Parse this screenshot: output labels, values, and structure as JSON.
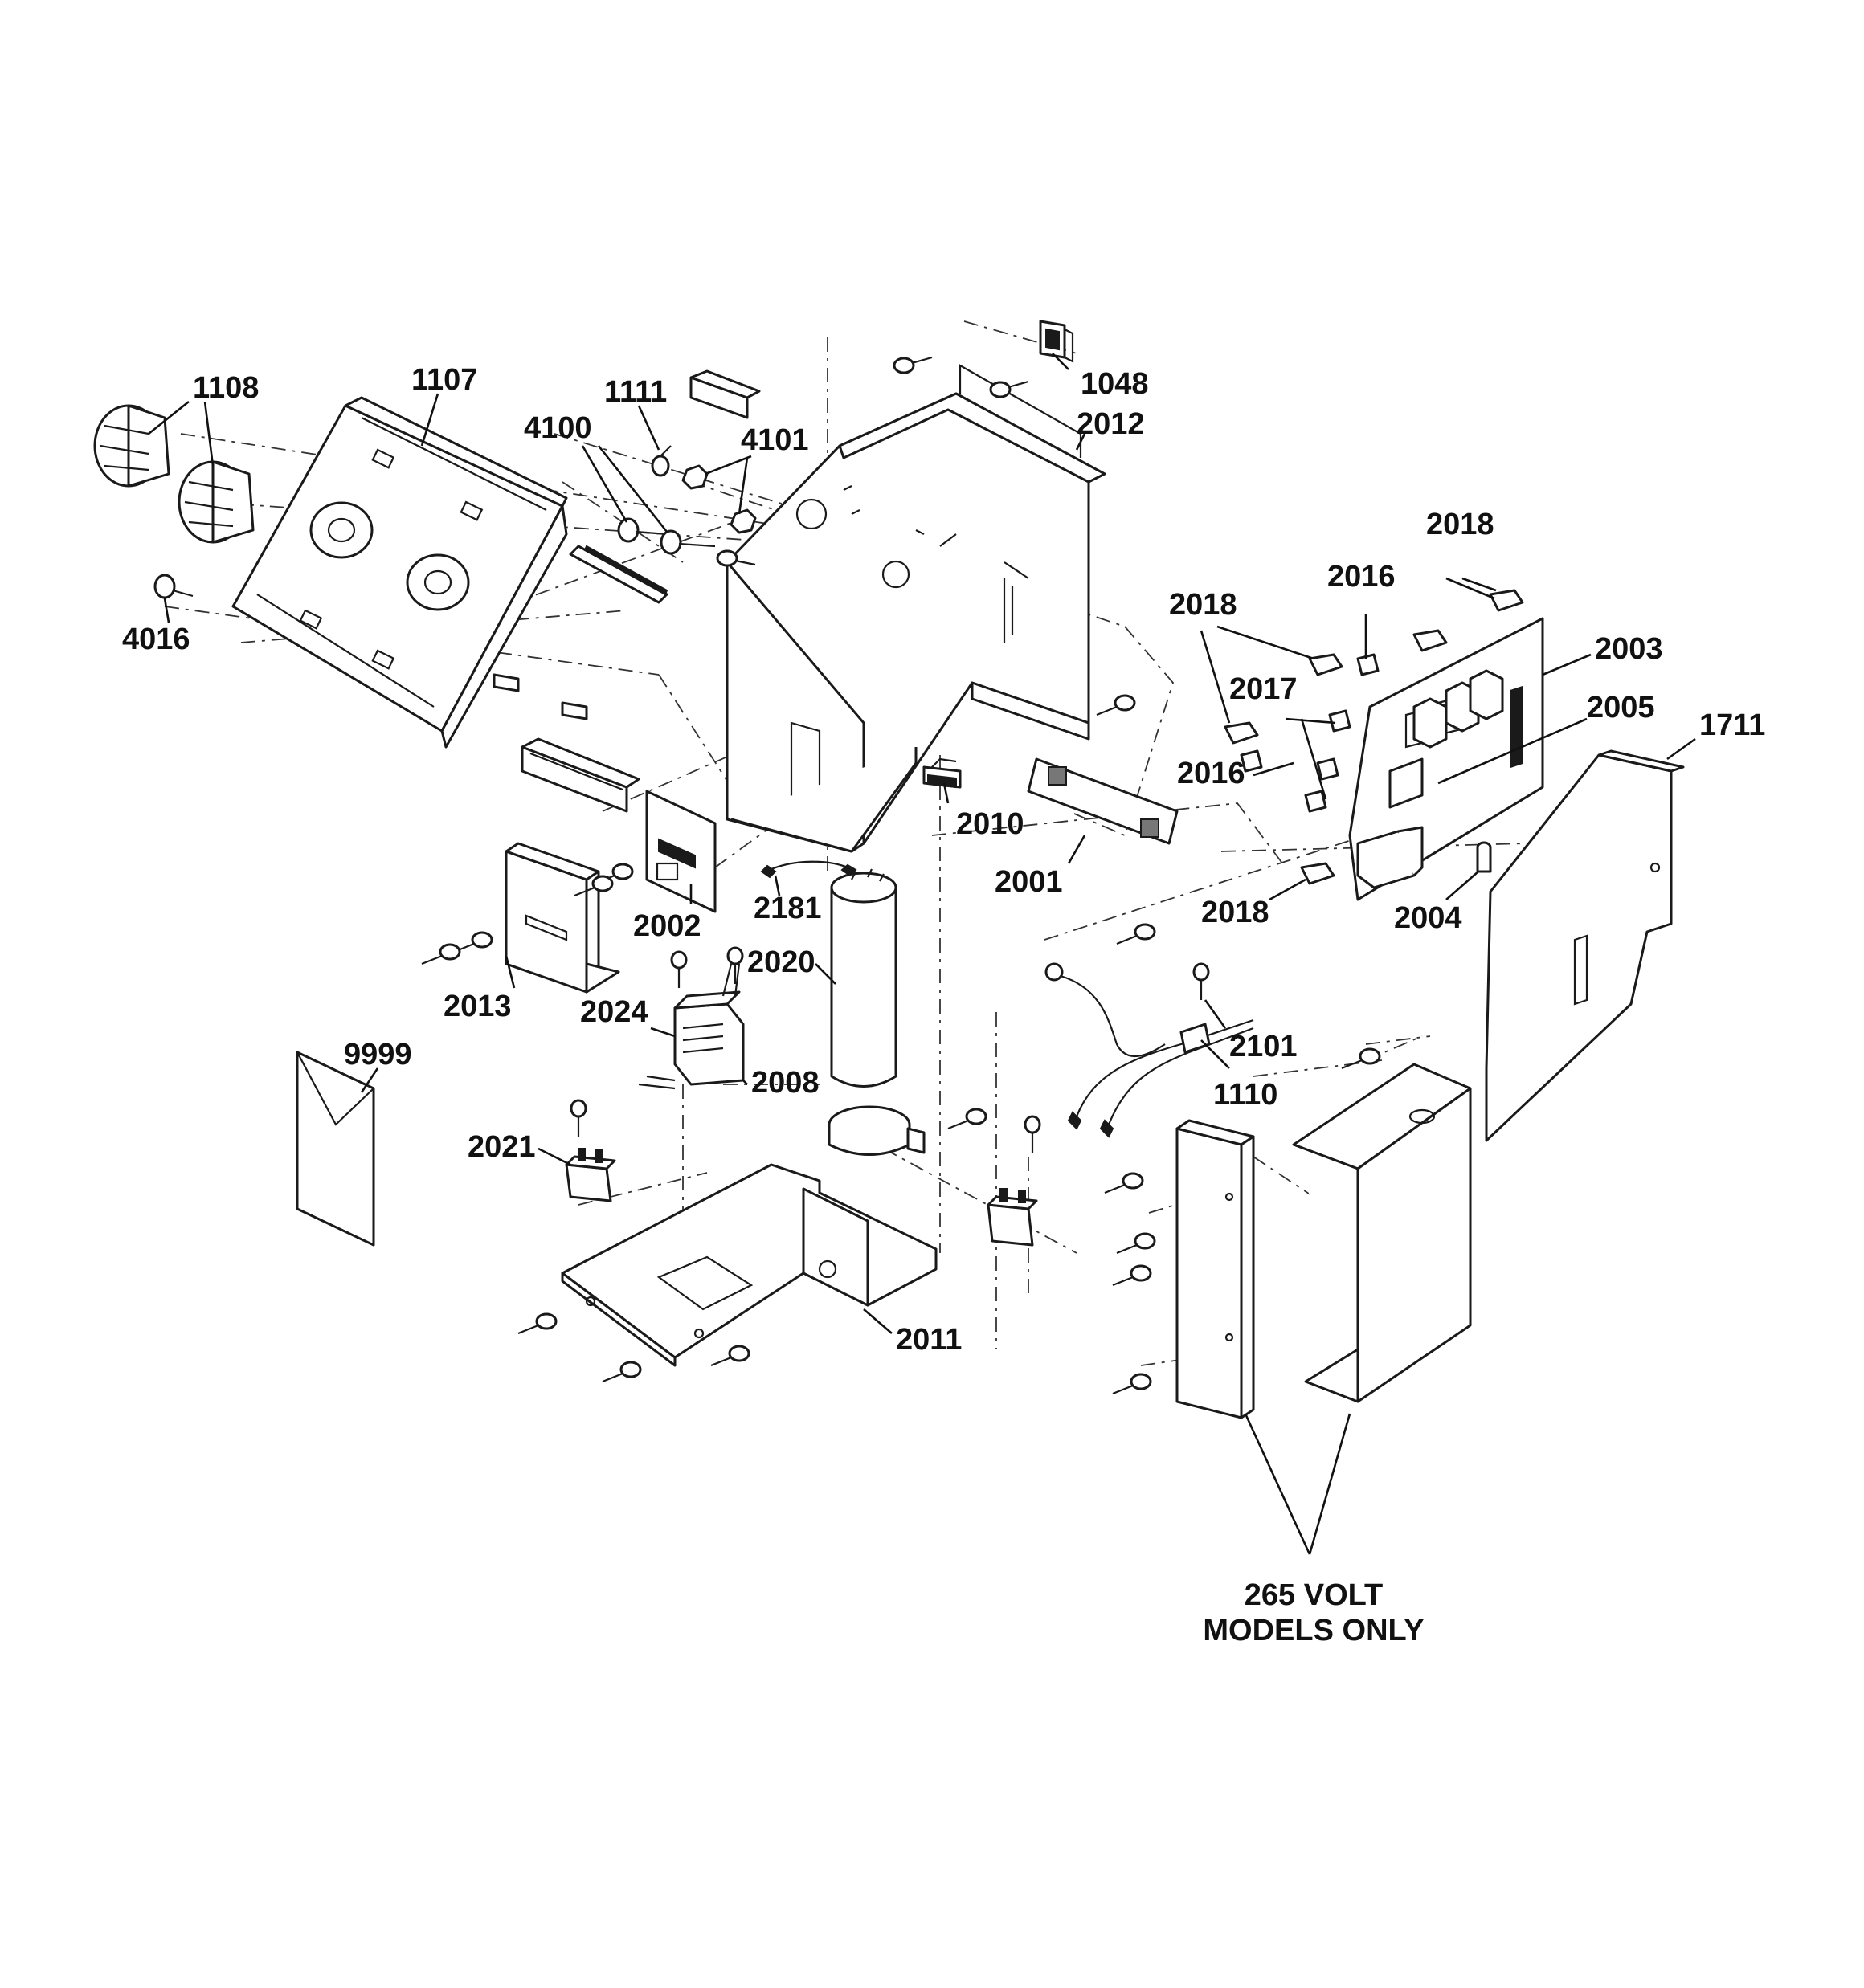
{
  "labels": {
    "p1108": "1108",
    "p1107": "1107",
    "p1111": "1111",
    "p4100": "4100",
    "p4101": "4101",
    "p4016": "4016",
    "p1048": "1048",
    "p2012": "2012",
    "p2018a": "2018",
    "p2018b": "2018",
    "p2018c": "2018",
    "p2016a": "2016",
    "p2016b": "2016",
    "p2017": "2017",
    "p2003": "2003",
    "p2005": "2005",
    "p1711": "1711",
    "p2010": "2010",
    "p2001": "2001",
    "p2004": "2004",
    "p2002": "2002",
    "p2181": "2181",
    "p2020": "2020",
    "p2013": "2013",
    "p2024": "2024",
    "p2101": "2101",
    "p1110": "1110",
    "p9999": "9999",
    "p2008": "2008",
    "p2021": "2021",
    "p2011": "2011"
  },
  "note": {
    "line1": "265 VOLT",
    "line2": "MODELS ONLY"
  }
}
